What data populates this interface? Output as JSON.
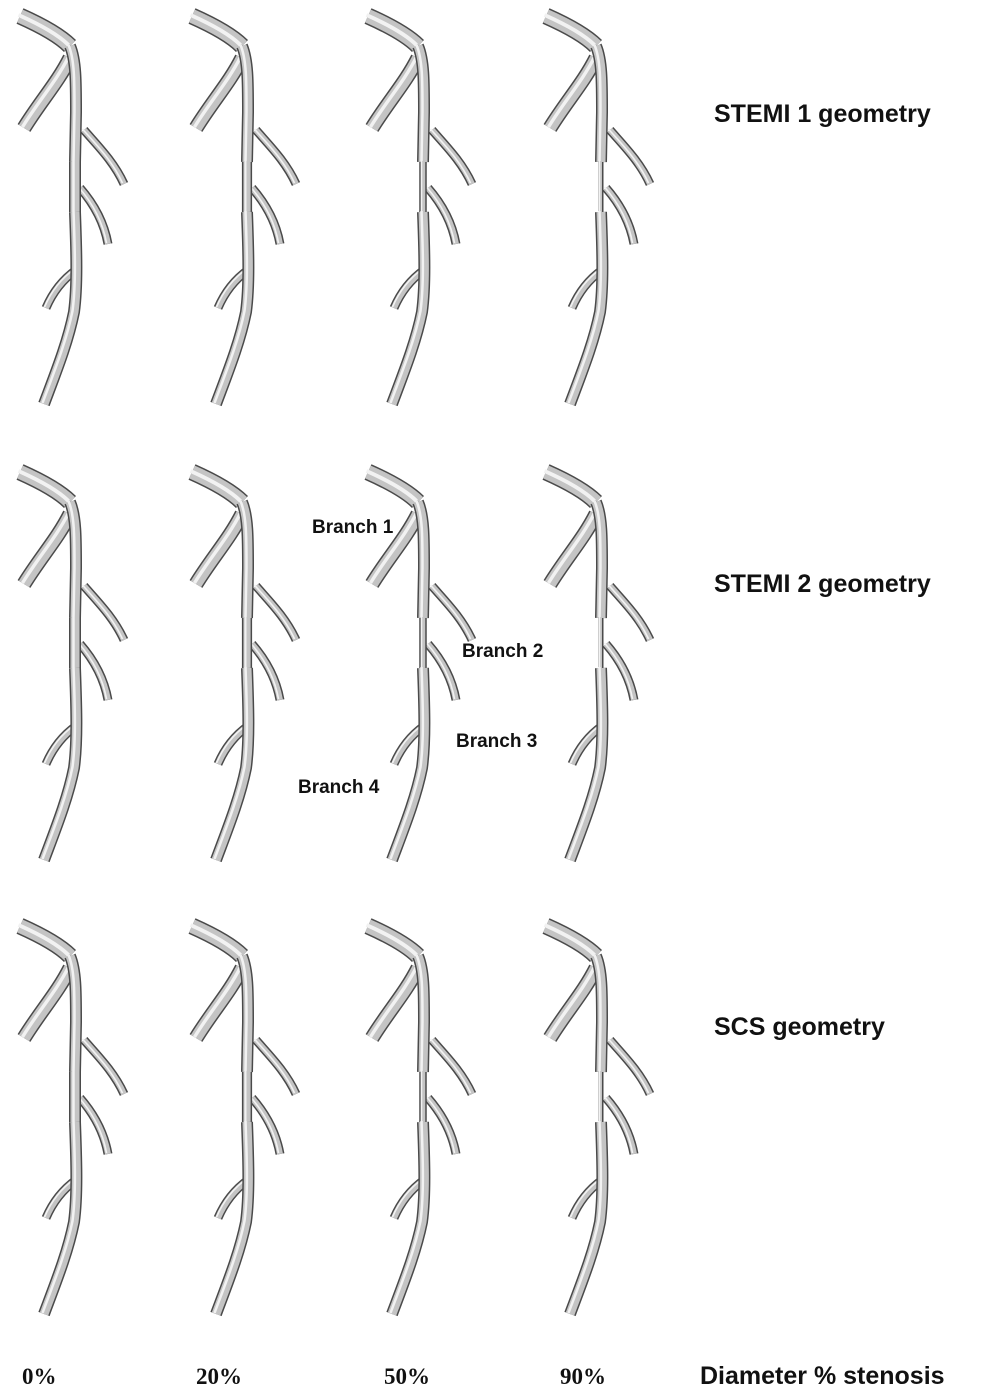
{
  "rows": [
    {
      "label": "STEMI 1 geometry"
    },
    {
      "label": "STEMI 2 geometry"
    },
    {
      "label": "SCS geometry"
    }
  ],
  "columns": [
    {
      "label": "0%",
      "stenosis": 0
    },
    {
      "label": "20%",
      "stenosis": 0.2
    },
    {
      "label": "50%",
      "stenosis": 0.5
    },
    {
      "label": "90%",
      "stenosis": 0.9
    }
  ],
  "axis_title": "Diameter % stenosis",
  "branch_labels": [
    "Branch 1",
    "Branch 2",
    "Branch 3",
    "Branch 4"
  ],
  "colors": {
    "vessel_fill": "#c4c4c4",
    "vessel_outline": "#4a4a4a",
    "vessel_highlight": "#f2f2f2"
  }
}
